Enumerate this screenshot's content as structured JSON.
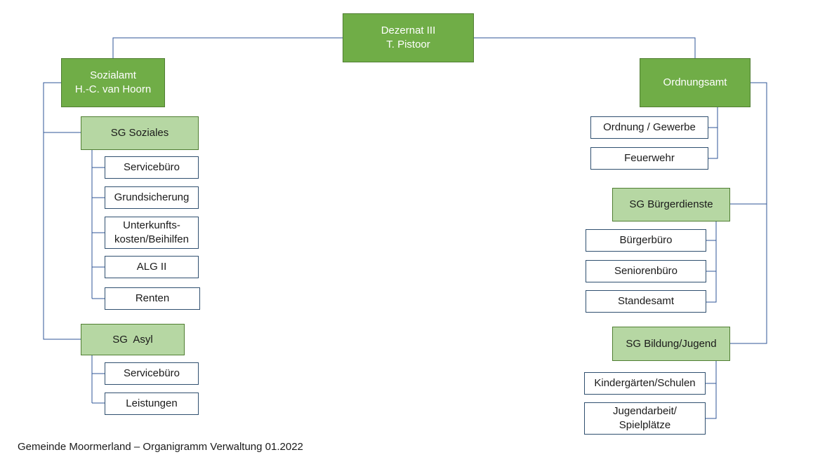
{
  "colors": {
    "level1_fill": "#70ad47",
    "level2_fill": "#b6d7a3",
    "leaf_fill": "#ffffff",
    "connector": "#2f5597"
  },
  "root": {
    "line1": "Dezernat III",
    "line2": "T. Pistoor"
  },
  "left": {
    "head": {
      "line1": "Sozialamt",
      "line2": "H.-C. van Hoorn"
    },
    "sg_soziales": {
      "label": "SG Soziales",
      "items": [
        "Servicebüro",
        "Grundsicherung",
        "Unterkunfts-",
        "kosten/Beihilfen",
        "ALG II",
        "Renten"
      ]
    },
    "sg_asyl": {
      "label": "SG  Asyl",
      "items": [
        "Servicebüro",
        "Leistungen"
      ]
    }
  },
  "right": {
    "head": {
      "label": "Ordnungsamt"
    },
    "direct_items": [
      "Ordnung / Gewerbe",
      "Feuerwehr"
    ],
    "sg_buergerdienste": {
      "label": "SG Bürgerdienste",
      "items": [
        "Bürgerbüro",
        "Seniorenbüro",
        "Standesamt"
      ]
    },
    "sg_bildung": {
      "label": "SG Bildung/Jugend",
      "items": [
        "Kindergärten/Schulen",
        "Jugendarbeit/",
        "Spielplätze"
      ]
    }
  },
  "footer": "Gemeinde Moormerland – Organigramm Verwaltung 01.2022"
}
